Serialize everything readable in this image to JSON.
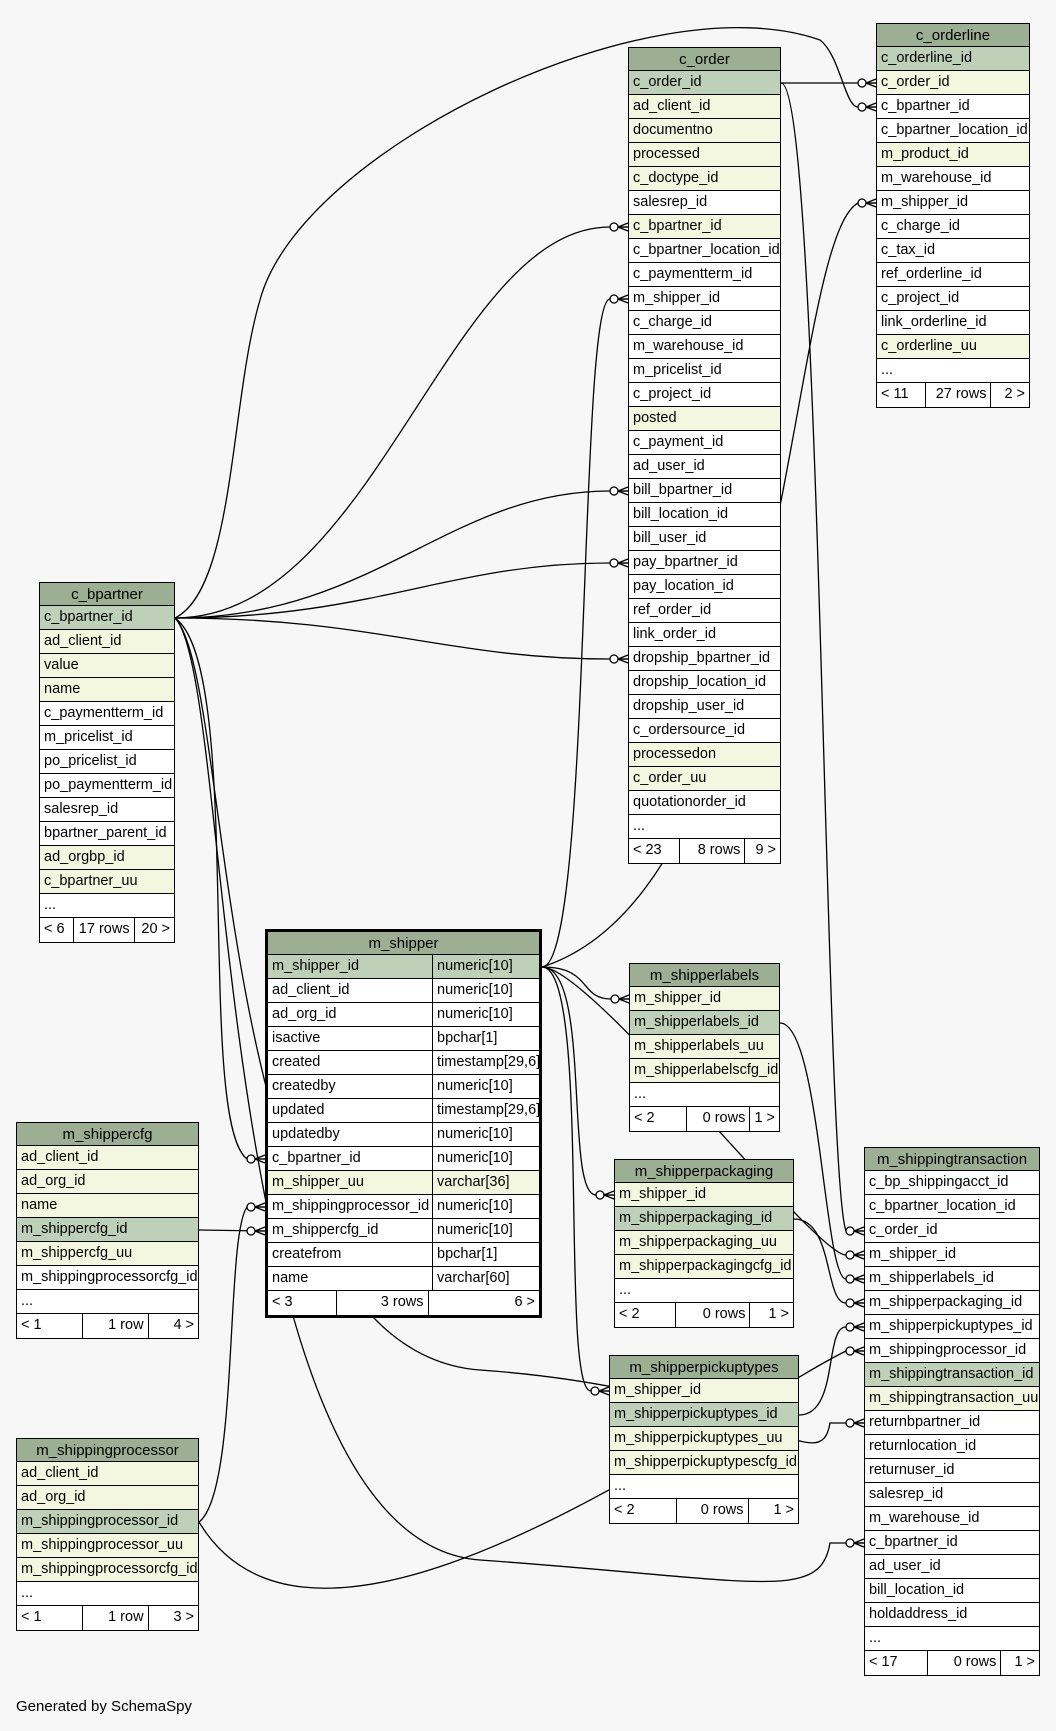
{
  "credit": "Generated by SchemaSpy",
  "tables": [
    {
      "name": "c_orderline",
      "cols": [
        [
          "c_orderline_id",
          "pk"
        ],
        [
          "c_order_id",
          "idx"
        ],
        [
          "c_bpartner_id",
          "plain"
        ],
        [
          "c_bpartner_location_id",
          "plain"
        ],
        [
          "m_product_id",
          "idx"
        ],
        [
          "m_warehouse_id",
          "plain"
        ],
        [
          "m_shipper_id",
          "plain"
        ],
        [
          "c_charge_id",
          "plain"
        ],
        [
          "c_tax_id",
          "plain"
        ],
        [
          "ref_orderline_id",
          "plain"
        ],
        [
          "c_project_id",
          "plain"
        ],
        [
          "link_orderline_id",
          "plain"
        ],
        [
          "c_orderline_uu",
          "idx"
        ],
        [
          "...",
          "plain"
        ]
      ],
      "footer": [
        "< 11",
        "27 rows",
        "2 >"
      ]
    },
    {
      "name": "c_order",
      "cols": [
        [
          "c_order_id",
          "pk"
        ],
        [
          "ad_client_id",
          "idx"
        ],
        [
          "documentno",
          "idx"
        ],
        [
          "processed",
          "idx"
        ],
        [
          "c_doctype_id",
          "idx"
        ],
        [
          "salesrep_id",
          "plain"
        ],
        [
          "c_bpartner_id",
          "idx"
        ],
        [
          "c_bpartner_location_id",
          "plain"
        ],
        [
          "c_paymentterm_id",
          "plain"
        ],
        [
          "m_shipper_id",
          "plain"
        ],
        [
          "c_charge_id",
          "plain"
        ],
        [
          "m_warehouse_id",
          "plain"
        ],
        [
          "m_pricelist_id",
          "plain"
        ],
        [
          "c_project_id",
          "plain"
        ],
        [
          "posted",
          "idx"
        ],
        [
          "c_payment_id",
          "plain"
        ],
        [
          "ad_user_id",
          "plain"
        ],
        [
          "bill_bpartner_id",
          "plain"
        ],
        [
          "bill_location_id",
          "plain"
        ],
        [
          "bill_user_id",
          "plain"
        ],
        [
          "pay_bpartner_id",
          "plain"
        ],
        [
          "pay_location_id",
          "plain"
        ],
        [
          "ref_order_id",
          "plain"
        ],
        [
          "link_order_id",
          "plain"
        ],
        [
          "dropship_bpartner_id",
          "plain"
        ],
        [
          "dropship_location_id",
          "plain"
        ],
        [
          "dropship_user_id",
          "plain"
        ],
        [
          "c_ordersource_id",
          "plain"
        ],
        [
          "processedon",
          "idx"
        ],
        [
          "c_order_uu",
          "idx"
        ],
        [
          "quotationorder_id",
          "plain"
        ],
        [
          "...",
          "plain"
        ]
      ],
      "footer": [
        "< 23",
        "8 rows",
        "9 >"
      ]
    },
    {
      "name": "c_bpartner",
      "cols": [
        [
          "c_bpartner_id",
          "pk"
        ],
        [
          "ad_client_id",
          "idx"
        ],
        [
          "value",
          "idx"
        ],
        [
          "name",
          "idx"
        ],
        [
          "c_paymentterm_id",
          "plain"
        ],
        [
          "m_pricelist_id",
          "plain"
        ],
        [
          "po_pricelist_id",
          "plain"
        ],
        [
          "po_paymentterm_id",
          "plain"
        ],
        [
          "salesrep_id",
          "plain"
        ],
        [
          "bpartner_parent_id",
          "plain"
        ],
        [
          "ad_orgbp_id",
          "idx"
        ],
        [
          "c_bpartner_uu",
          "idx"
        ],
        [
          "...",
          "plain"
        ]
      ],
      "footer": [
        "< 6",
        "17 rows",
        "20 >"
      ]
    },
    {
      "name": "m_shipper",
      "cols": [
        [
          "m_shipper_id",
          "pk",
          "numeric[10]"
        ],
        [
          "ad_client_id",
          "plain",
          "numeric[10]"
        ],
        [
          "ad_org_id",
          "plain",
          "numeric[10]"
        ],
        [
          "isactive",
          "plain",
          "bpchar[1]"
        ],
        [
          "created",
          "plain",
          "timestamp[29,6]"
        ],
        [
          "createdby",
          "plain",
          "numeric[10]"
        ],
        [
          "updated",
          "plain",
          "timestamp[29,6]"
        ],
        [
          "updatedby",
          "plain",
          "numeric[10]"
        ],
        [
          "c_bpartner_id",
          "plain",
          "numeric[10]"
        ],
        [
          "m_shipper_uu",
          "idx",
          "varchar[36]"
        ],
        [
          "m_shippingprocessor_id",
          "plain",
          "numeric[10]"
        ],
        [
          "m_shippercfg_id",
          "plain",
          "numeric[10]"
        ],
        [
          "createfrom",
          "plain",
          "bpchar[1]"
        ],
        [
          "name",
          "plain",
          "varchar[60]"
        ]
      ],
      "footer": [
        "< 3",
        "3 rows",
        "6 >"
      ]
    },
    {
      "name": "m_shippercfg",
      "cols": [
        [
          "ad_client_id",
          "idx"
        ],
        [
          "ad_org_id",
          "idx"
        ],
        [
          "name",
          "idx"
        ],
        [
          "m_shippercfg_id",
          "pk"
        ],
        [
          "m_shippercfg_uu",
          "idx"
        ],
        [
          "m_shippingprocessorcfg_id",
          "plain"
        ],
        [
          "...",
          "plain"
        ]
      ],
      "footer": [
        "< 1",
        "1 row",
        "4 >"
      ]
    },
    {
      "name": "m_shippingprocessor",
      "cols": [
        [
          "ad_client_id",
          "idx"
        ],
        [
          "ad_org_id",
          "idx"
        ],
        [
          "m_shippingprocessor_id",
          "pk"
        ],
        [
          "m_shippingprocessor_uu",
          "idx"
        ],
        [
          "m_shippingprocessorcfg_id",
          "idx"
        ],
        [
          "...",
          "plain"
        ]
      ],
      "footer": [
        "< 1",
        "1 row",
        "3 >"
      ]
    },
    {
      "name": "m_shipperlabels",
      "cols": [
        [
          "m_shipper_id",
          "idx"
        ],
        [
          "m_shipperlabels_id",
          "pk"
        ],
        [
          "m_shipperlabels_uu",
          "idx"
        ],
        [
          "m_shipperlabelscfg_id",
          "idx"
        ],
        [
          "...",
          "plain"
        ]
      ],
      "footer": [
        "< 2",
        "0 rows",
        "1 >"
      ]
    },
    {
      "name": "m_shipperpackaging",
      "cols": [
        [
          "m_shipper_id",
          "idx"
        ],
        [
          "m_shipperpackaging_id",
          "pk"
        ],
        [
          "m_shipperpackaging_uu",
          "idx"
        ],
        [
          "m_shipperpackagingcfg_id",
          "idx"
        ],
        [
          "...",
          "plain"
        ]
      ],
      "footer": [
        "< 2",
        "0 rows",
        "1 >"
      ]
    },
    {
      "name": "m_shipperpickuptypes",
      "cols": [
        [
          "m_shipper_id",
          "idx"
        ],
        [
          "m_shipperpickuptypes_id",
          "pk"
        ],
        [
          "m_shipperpickuptypes_uu",
          "idx"
        ],
        [
          "m_shipperpickuptypescfg_id",
          "idx"
        ],
        [
          "...",
          "plain"
        ]
      ],
      "footer": [
        "< 2",
        "0 rows",
        "1 >"
      ]
    },
    {
      "name": "m_shippingtransaction",
      "cols": [
        [
          "c_bp_shippingacct_id",
          "plain"
        ],
        [
          "c_bpartner_location_id",
          "plain"
        ],
        [
          "c_order_id",
          "plain"
        ],
        [
          "m_shipper_id",
          "plain"
        ],
        [
          "m_shipperlabels_id",
          "plain"
        ],
        [
          "m_shipperpackaging_id",
          "plain"
        ],
        [
          "m_shipperpickuptypes_id",
          "plain"
        ],
        [
          "m_shippingprocessor_id",
          "plain"
        ],
        [
          "m_shippingtransaction_id",
          "pk"
        ],
        [
          "m_shippingtransaction_uu",
          "idx"
        ],
        [
          "returnbpartner_id",
          "plain"
        ],
        [
          "returnlocation_id",
          "plain"
        ],
        [
          "returnuser_id",
          "plain"
        ],
        [
          "salesrep_id",
          "plain"
        ],
        [
          "m_warehouse_id",
          "plain"
        ],
        [
          "c_bpartner_id",
          "plain"
        ],
        [
          "ad_user_id",
          "plain"
        ],
        [
          "bill_location_id",
          "plain"
        ],
        [
          "holdaddress_id",
          "plain"
        ],
        [
          "...",
          "plain"
        ]
      ],
      "footer": [
        "< 17",
        "0 rows",
        "1 >"
      ]
    }
  ]
}
